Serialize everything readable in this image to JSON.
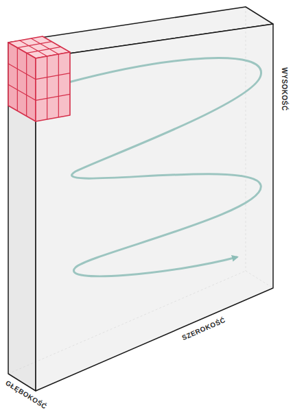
{
  "diagram": {
    "labels": [
      "WYSOKOŚĆ",
      "SZEROKOŚĆ",
      "GŁĘBOKOŚĆ"
    ]
  }
}
